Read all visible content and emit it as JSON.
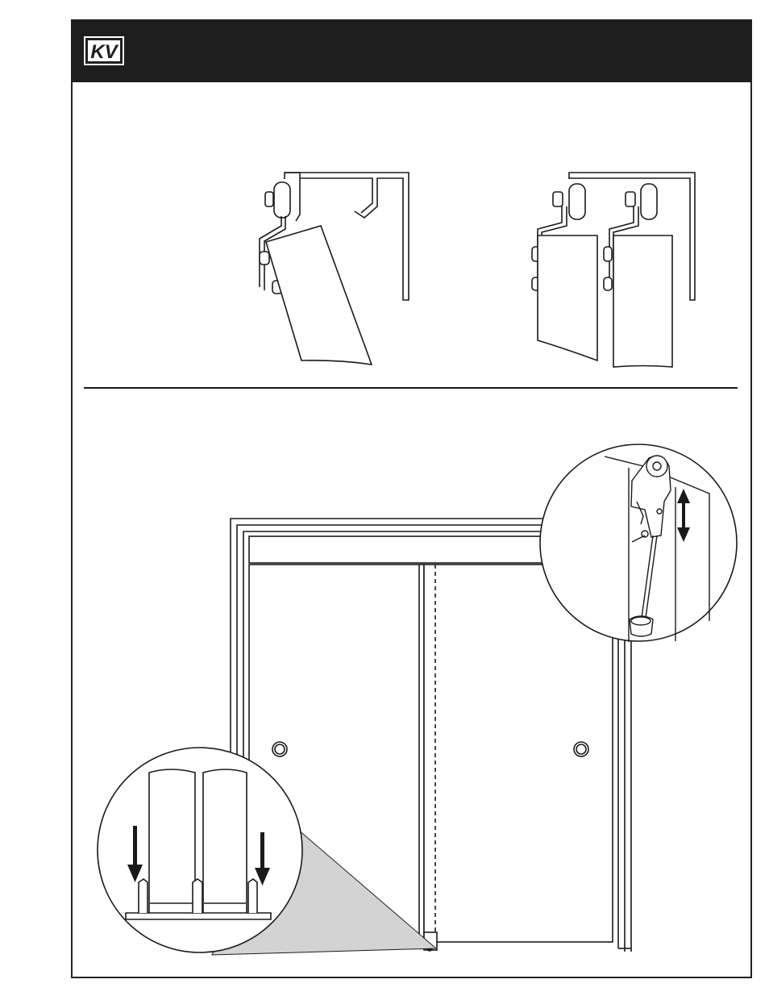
{
  "header": {
    "logo_text": "KV",
    "background_color": "#1e1e1e",
    "logo_color": "#ffffff"
  },
  "panel_top": {
    "left_figure": "hanger-tilt-in",
    "right_figure": "hanger-hanging-pair"
  },
  "panel_bottom": {
    "main_figure": "bypass-door-assembly",
    "detail_top_right": "hanger-height-adjustment",
    "detail_bottom_left": "floor-guide-engagement"
  },
  "colors": {
    "line": "#1a1a1a",
    "callout_fill": "#d3d3d3",
    "frame_fill": "#ffffff"
  }
}
